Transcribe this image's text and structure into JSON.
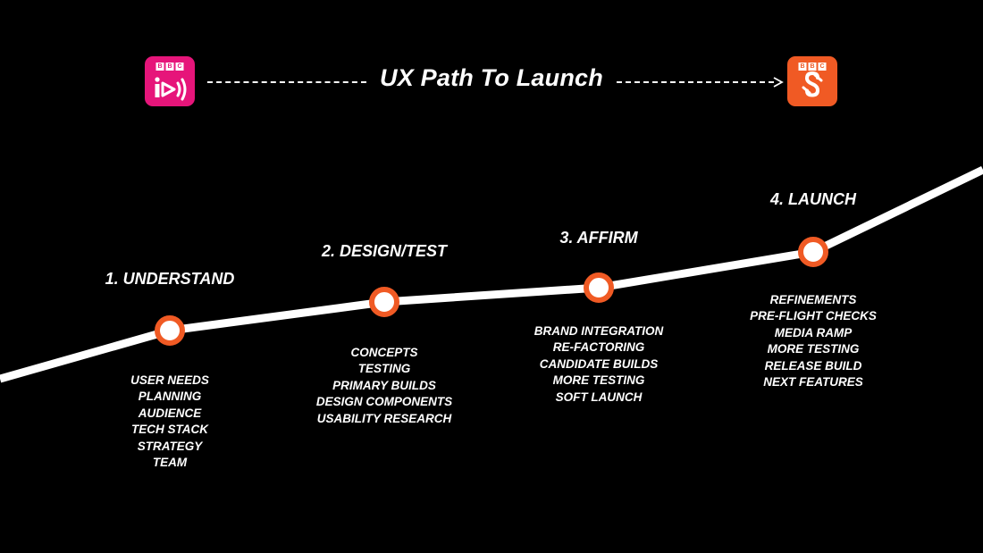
{
  "header": {
    "title": "UX Path To Launch",
    "left_app": {
      "icon": "bbc-iplayer-radio-icon",
      "brand_letters": [
        "B",
        "B",
        "C"
      ],
      "color": "#E6157A"
    },
    "right_app": {
      "icon": "bbc-sounds-icon",
      "brand_letters": [
        "B",
        "B",
        "C"
      ],
      "color": "#F05A24"
    }
  },
  "colors": {
    "background": "#000000",
    "path": "#ffffff",
    "milestone_ring": "#F05A24",
    "text": "#ffffff"
  },
  "stages": [
    {
      "title": "1. UNDERSTAND",
      "items": [
        "USER NEEDS",
        "PLANNING",
        "AUDIENCE",
        "TECH STACK",
        "STRATEGY",
        "TEAM"
      ]
    },
    {
      "title": "2. DESIGN/TEST",
      "items": [
        "CONCEPTS",
        "TESTING",
        "PRIMARY BUILDS",
        "DESIGN COMPONENTS",
        "USABILITY RESEARCH"
      ]
    },
    {
      "title": "3. AFFIRM",
      "items": [
        "BRAND INTEGRATION",
        "RE-FACTORING",
        "CANDIDATE BUILDS",
        "MORE TESTING",
        "SOFT LAUNCH"
      ]
    },
    {
      "title": "4. LAUNCH",
      "items": [
        "REFINEMENTS",
        "PRE-FLIGHT CHECKS",
        "MEDIA RAMP",
        "MORE TESTING",
        "RELEASE BUILD",
        "NEXT FEATURES"
      ]
    }
  ]
}
